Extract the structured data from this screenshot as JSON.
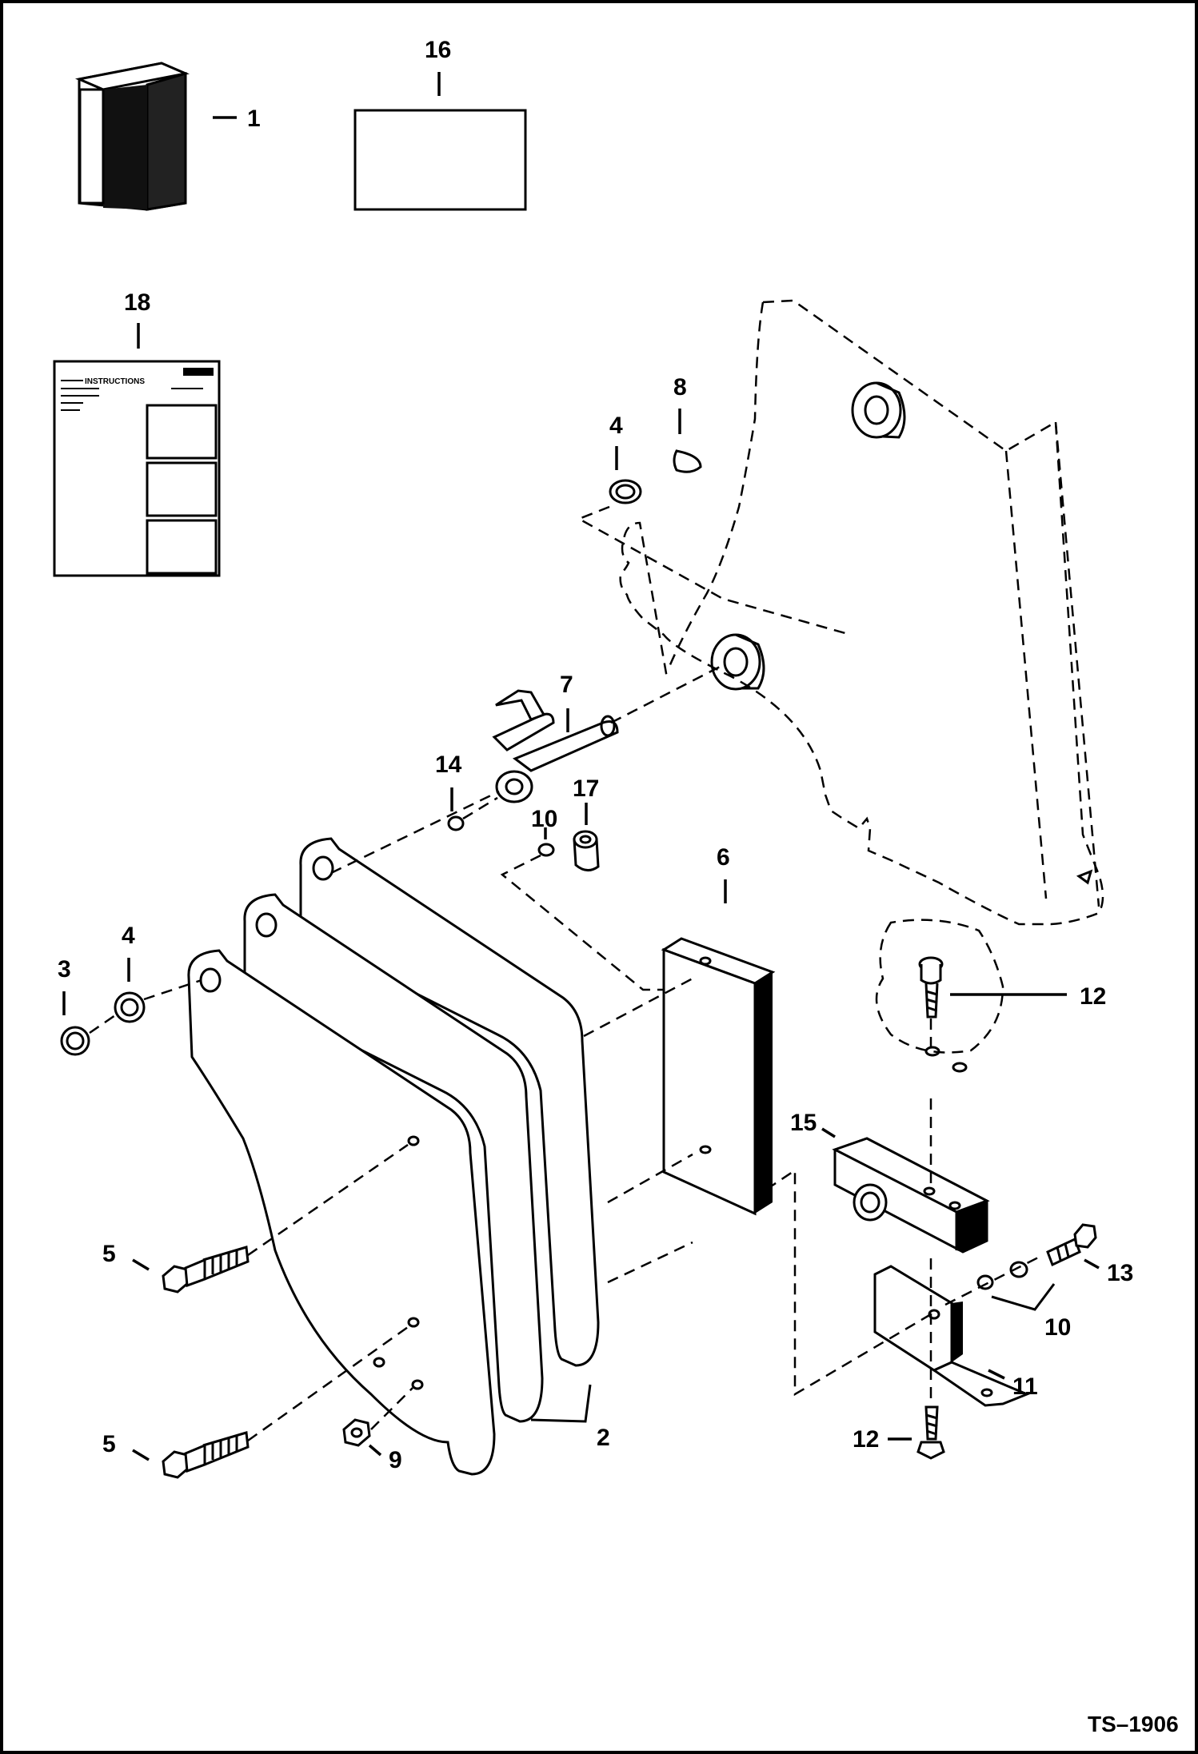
{
  "figure_ref": "TS–1906",
  "callouts": {
    "c1": "1",
    "c2": "2",
    "c3": "3",
    "c4a": "4",
    "c4b": "4",
    "c5a": "5",
    "c5b": "5",
    "c6": "6",
    "c7": "7",
    "c8": "8",
    "c9": "9",
    "c10a": "10",
    "c10b": "10",
    "c11": "11",
    "c12a": "12",
    "c12b": "12",
    "c13": "13",
    "c14": "14",
    "c15": "15",
    "c16": "16",
    "c17": "17",
    "c18": "18"
  },
  "manual_sheet": {
    "heading": "INSTRUCTIONS"
  },
  "colors": {
    "line": "#000000",
    "background": "#ffffff"
  }
}
